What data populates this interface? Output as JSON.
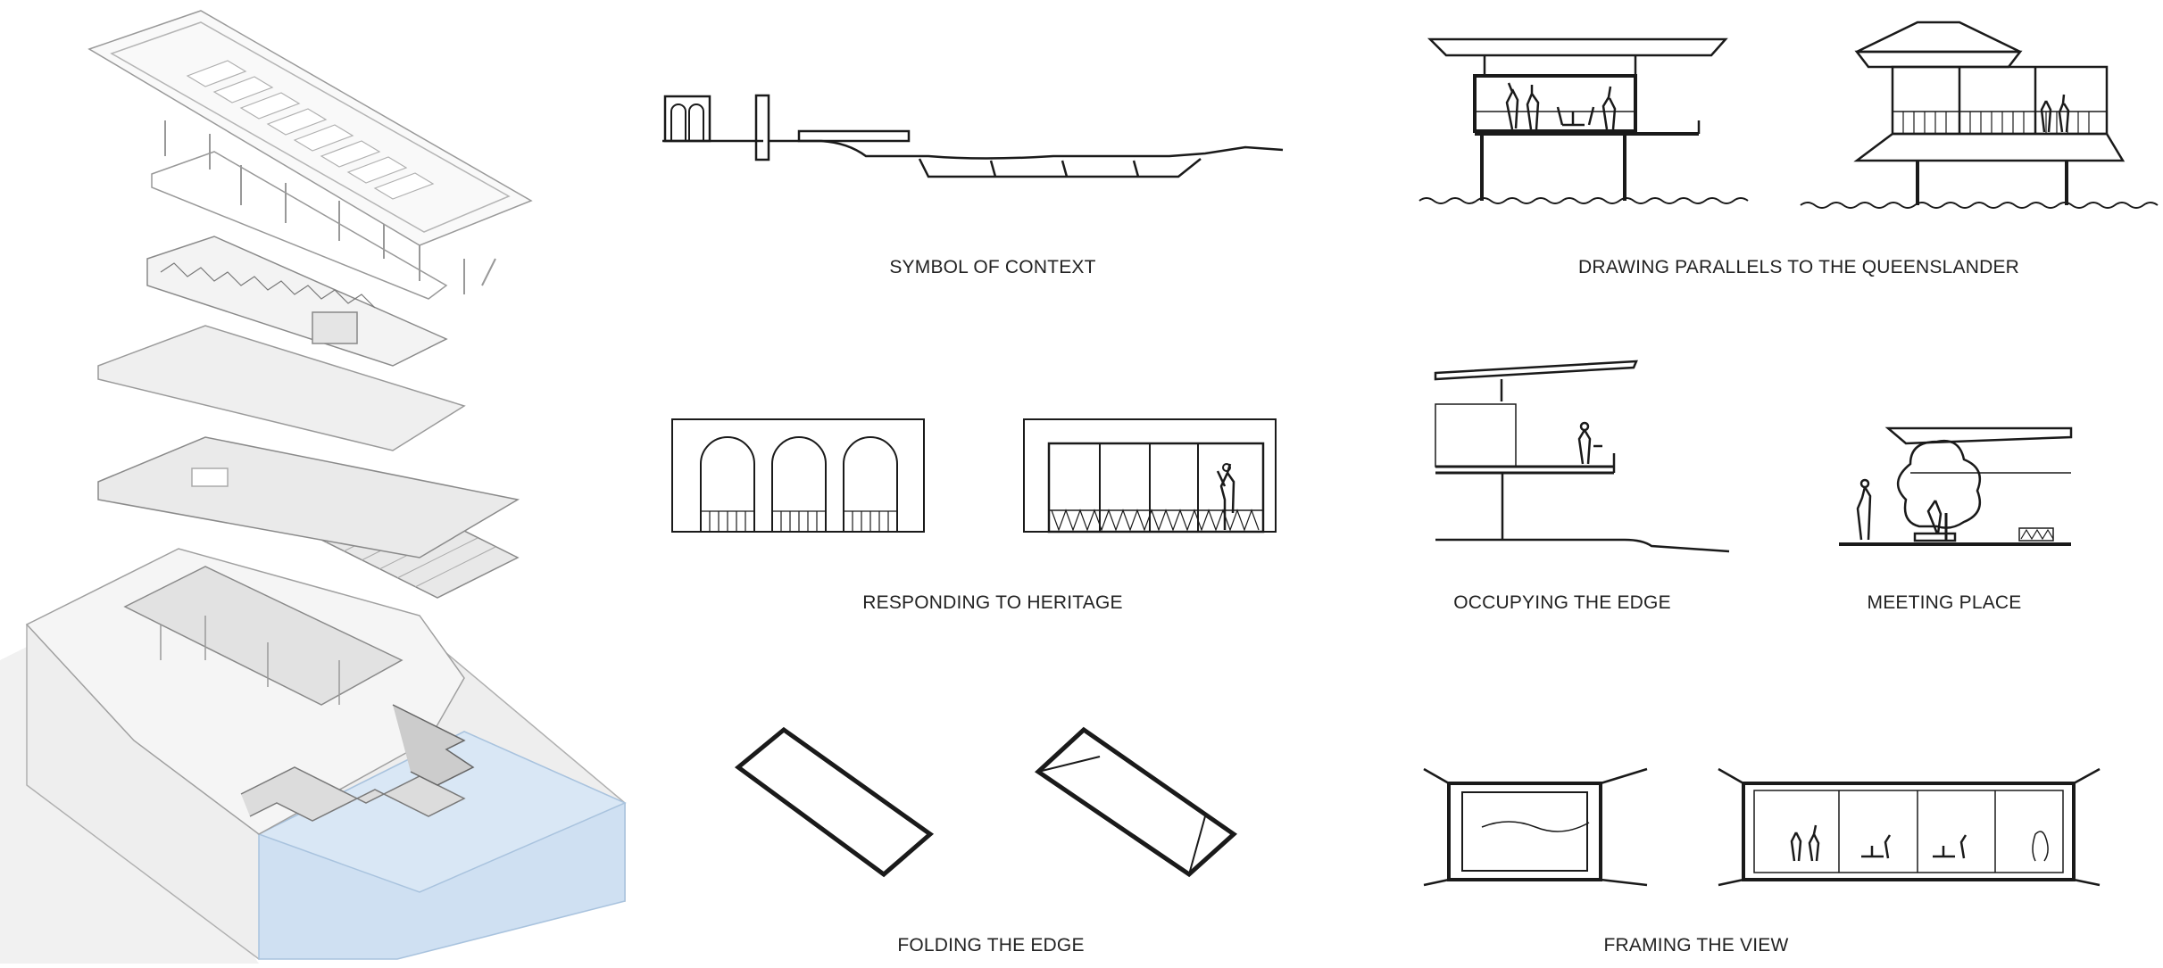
{
  "captions": {
    "symbol_of_context": "SYMBOL OF CONTEXT",
    "responding_to_heritage": "RESPONDING TO HERITAGE",
    "folding_the_edge": "FOLDING THE EDGE",
    "drawing_parallels": "DRAWING PARALLELS TO THE QUEENSLANDER",
    "occupying_the_edge": "OCCUPYING THE EDGE",
    "meeting_place": "MEETING PLACE",
    "framing_the_view": "FRAMING THE VIEW"
  },
  "colors": {
    "line": "#1a1a1a",
    "light_line": "#8a8a8a",
    "water": "#cfe0f2",
    "ground": "#ececec"
  }
}
